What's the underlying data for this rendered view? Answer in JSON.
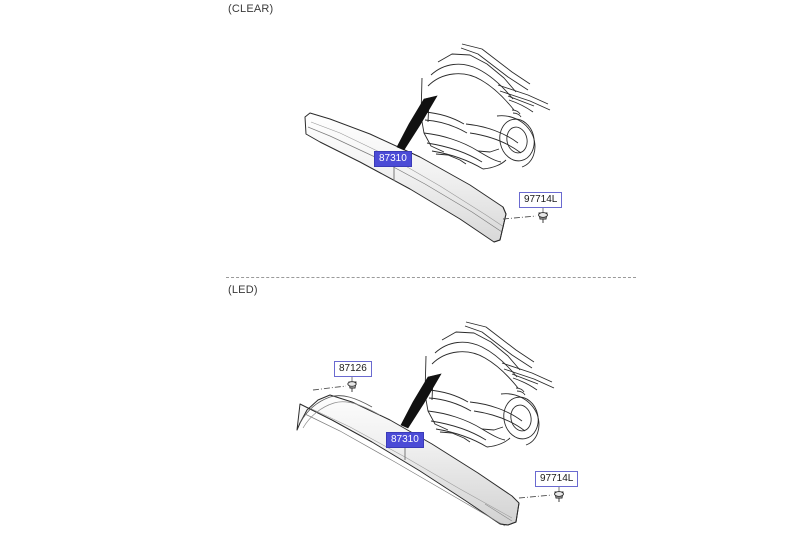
{
  "diagram": {
    "kind": "automotive-parts-exploded-diagram",
    "subject": "Rear tailgate spoiler / high mounted stop lamp assembly",
    "sections": [
      {
        "id": "clear",
        "title": "(CLEAR)",
        "callouts": [
          {
            "id": "87310-clear",
            "part_number": "87310",
            "style": "highlighted",
            "description": "spoiler-assembly-rear"
          },
          {
            "id": "97714L-clear",
            "part_number": "97714L",
            "style": "plain",
            "description": "clip-grommet"
          }
        ]
      },
      {
        "id": "led",
        "title": "(LED)",
        "callouts": [
          {
            "id": "87126-led",
            "part_number": "87126",
            "style": "plain",
            "description": "clip-fastener"
          },
          {
            "id": "87310-led",
            "part_number": "87310",
            "style": "highlighted",
            "description": "spoiler-assembly-rear-led"
          },
          {
            "id": "97714L-led",
            "part_number": "97714L",
            "style": "plain",
            "description": "clip-grommet"
          }
        ]
      }
    ]
  },
  "colors": {
    "highlight_fill": "#4b4bd6",
    "highlight_border": "#3a3ab8",
    "highlight_text": "#ffffff",
    "callout_border": "#6a6ad0",
    "callout_text": "#1a1a1a",
    "line_stroke": "#2b2b2b",
    "divider": "#9a9a9a",
    "background": "#ffffff"
  }
}
